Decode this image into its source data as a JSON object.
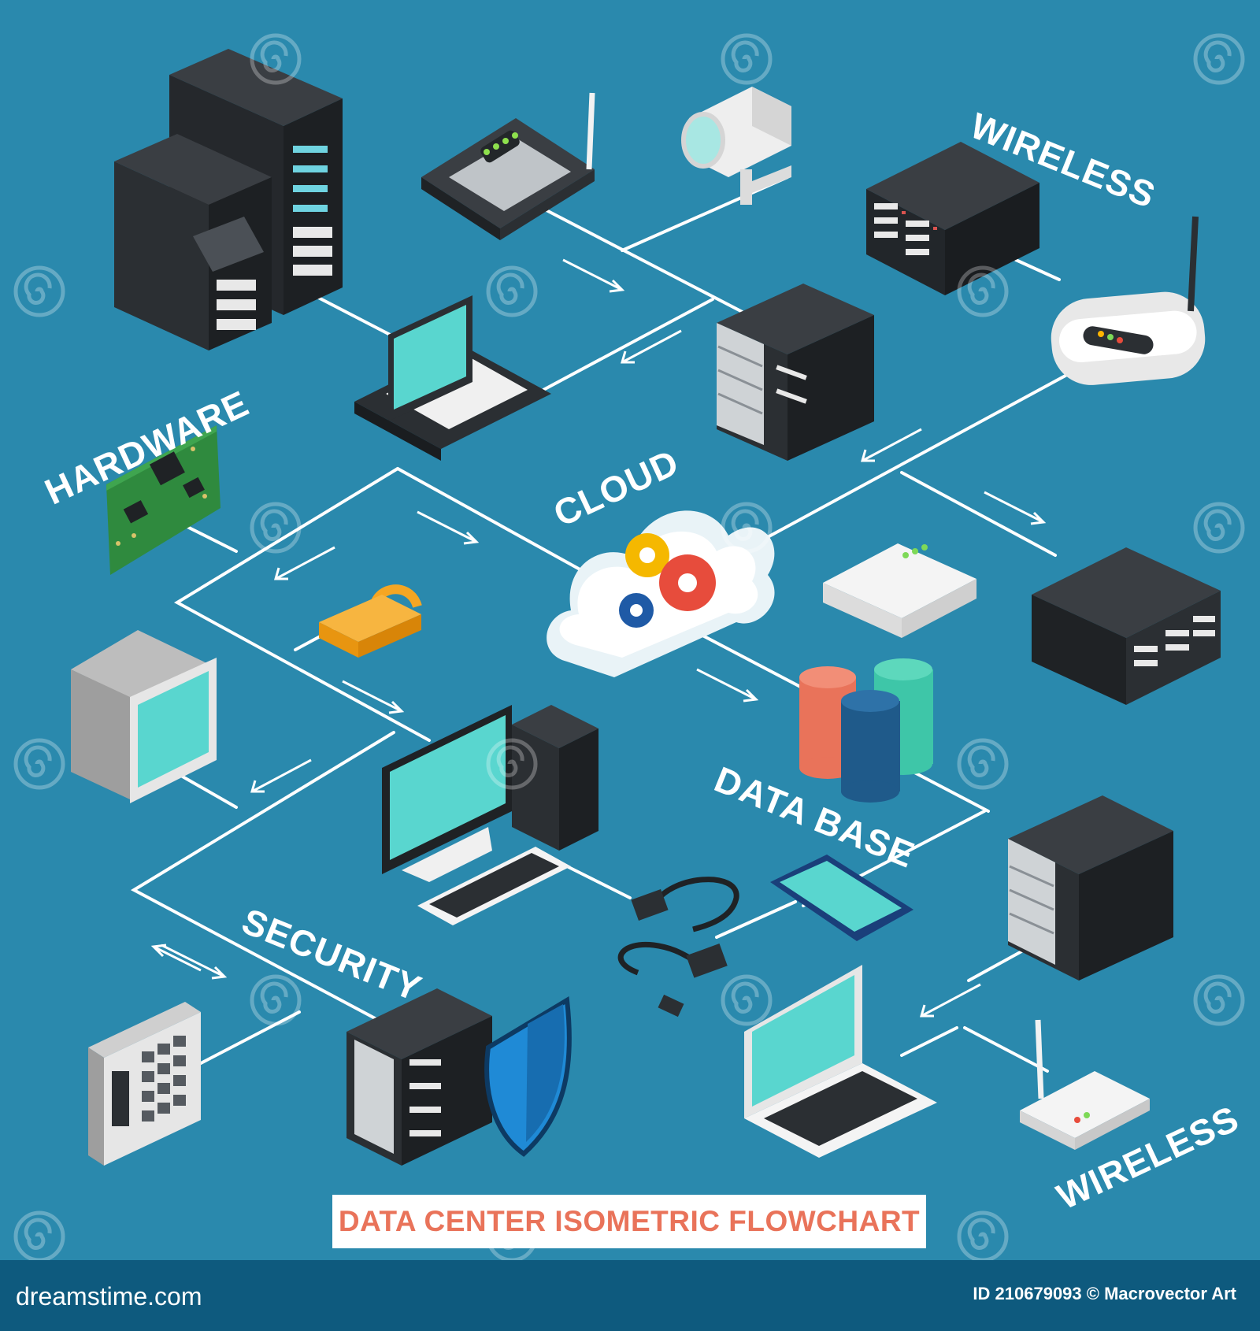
{
  "title": "DATA CENTER ISOMETRIC FLOWCHART",
  "labels": {
    "wireless_top": "WIRELESS",
    "hardware": "HARDWARE",
    "cloud": "CLOUD",
    "database": "DATA BASE",
    "security": "SECURITY",
    "wireless_bottom": "WIRELESS"
  },
  "footer": {
    "site": "dreamstime.com",
    "credit": "ID 210679093 © Macrovector Art"
  },
  "colors": {
    "background": "#2a89ad",
    "footer_bar": "#0e5a7e",
    "title_text": "#e9735a",
    "lines": "#ffffff",
    "device_dark": "#2b2f33",
    "screen": "#59d6cf"
  },
  "icons": [
    "server-rack-icon",
    "router-icon",
    "security-camera-icon",
    "network-switch-icon",
    "wireless-router-icon",
    "laptop-icon",
    "server-cabinet-icon",
    "circuit-board-icon",
    "cloud-gears-icon",
    "modem-icon",
    "padlock-icon",
    "crt-monitor-icon",
    "database-icon",
    "desktop-computer-icon",
    "usb-cable-icon",
    "smartphone-icon",
    "keypad-icon",
    "server-shield-icon",
    "watermark-spiral-icon"
  ]
}
